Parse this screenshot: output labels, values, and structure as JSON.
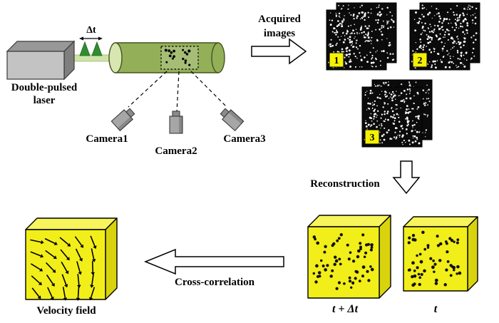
{
  "labels": {
    "laser_line1": "Double-pulsed",
    "laser_line2": "laser",
    "delta_t": "Δt",
    "camera1": "Camera1",
    "camera2": "Camera2",
    "camera3": "Camera3",
    "acquired_line1": "Acquired",
    "acquired_line2": "images",
    "reconstruction": "Reconstruction",
    "cross_correlation": "Cross-correlation",
    "frame_t_plus_dt": "t + Δt",
    "frame_t": "t",
    "velocity_field": "Velocity field"
  },
  "badges": [
    "1",
    "2",
    "3"
  ],
  "colors": {
    "pipe_green": "#93af58",
    "pipe_cap": "#d8e7b2",
    "beam_green": "#cfe3a8",
    "pulse_green": "#2f8f2f",
    "laser_gray": "#c3c3c3",
    "speckle_bg": "#0b0b0b",
    "badge_yellow": "#f5f104",
    "cube_yellow": "#f2ee1a",
    "cube_top": "#f7f45c",
    "cube_side": "#d9d30e"
  }
}
